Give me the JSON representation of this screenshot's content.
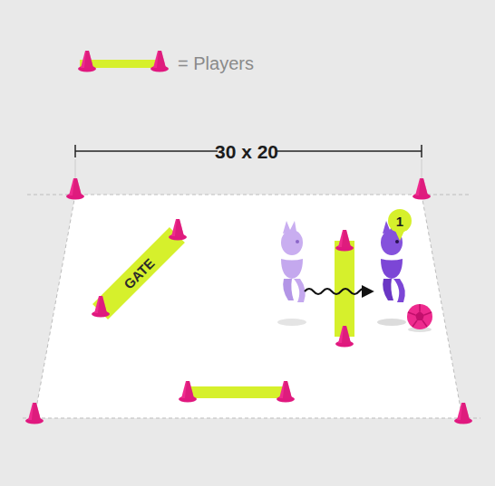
{
  "diagram": {
    "nodes": [
      {
        "text": [
          "GATE"
        ]
      }
    ],
    "labels": [
      "30 x 20",
      "1"
    ],
    "legend": [
      {
        "text": "= Players"
      }
    ]
  }
}
